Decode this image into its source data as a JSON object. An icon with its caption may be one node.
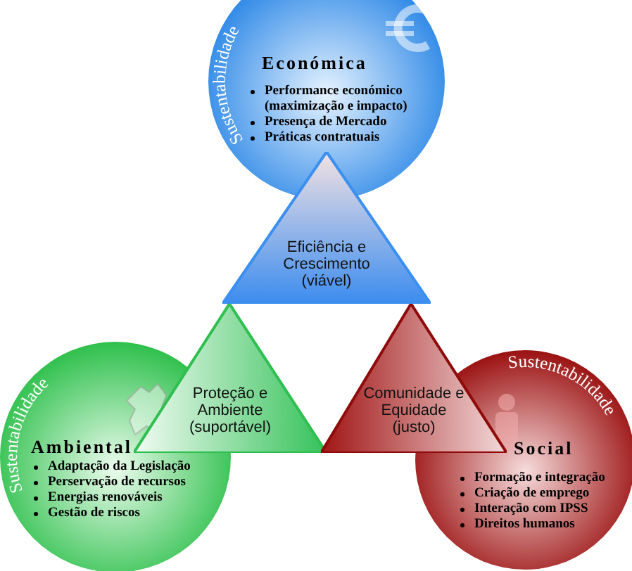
{
  "diagram": {
    "nodes": [
      {
        "text": [
          "Sustentabilidade",
          "Económica",
          "Performance económico (maximização e impacto)",
          "Presença de Mercado",
          "Práticas contratuais"
        ]
      },
      {
        "text": [
          "Eficiência e Crescimento (viável)"
        ]
      },
      {
        "text": [
          "Proteção e Ambiente (suportável)"
        ]
      },
      {
        "text": [
          "Comunidade e Equidade (justo)"
        ]
      },
      {
        "text": [
          "Sustentabilidade",
          "Ambiental",
          "Adaptação da Legislação",
          "Perservação de recursos",
          "Energias renováveis",
          "Gestão de riscos"
        ]
      },
      {
        "text": [
          "Sustentabilidade",
          "Social",
          "Formação e integração",
          "Criação de emprego",
          "Interação com IPSS",
          "Direitos humanos"
        ]
      }
    ]
  }
}
